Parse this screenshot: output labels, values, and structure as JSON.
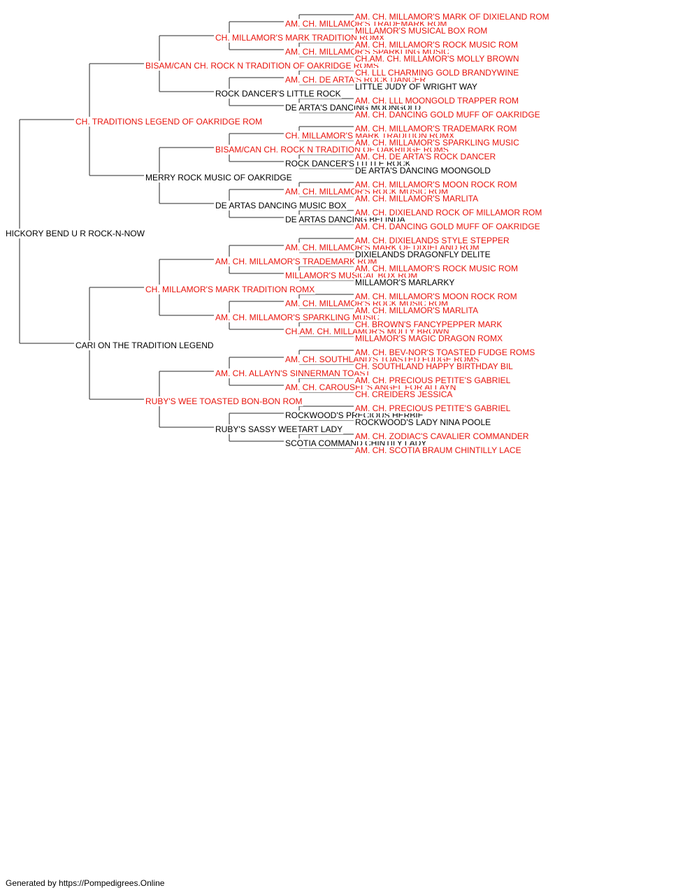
{
  "colors": {
    "titled": "#e8140c",
    "untitled": "#000000",
    "connector": "#555555"
  },
  "pedigree": {
    "subject": {
      "name": "HICKORY BEND U R ROCK-N-NOW",
      "titled": false
    },
    "generations": [
      [
        {
          "name": "CH. TRADITIONS LEGEND OF OAKRIDGE ROM",
          "titled": true
        },
        {
          "name": "CARI ON THE TRADITION LEGEND",
          "titled": false
        }
      ],
      [
        {
          "name": "BISAM/CAN CH. ROCK N TRADITION OF OAKRIDGE ROMS",
          "titled": true
        },
        {
          "name": "MERRY ROCK MUSIC OF OAKRIDGE",
          "titled": false
        },
        {
          "name": "CH. MILLAMOR'S MARK TRADITION ROMX",
          "titled": true
        },
        {
          "name": "RUBY'S WEE TOASTED BON-BON ROM",
          "titled": true
        }
      ],
      [
        {
          "name": "CH. MILLAMOR'S MARK TRADITION ROMX",
          "titled": true
        },
        {
          "name": "ROCK DANCER'S LITTLE ROCK",
          "titled": false
        },
        {
          "name": "BISAM/CAN CH. ROCK N TRADITION OF OAKRIDGE ROMS",
          "titled": true
        },
        {
          "name": "DE ARTAS DANCING MUSIC BOX",
          "titled": false
        },
        {
          "name": "AM. CH. MILLAMOR'S TRADEMARK ROM",
          "titled": true
        },
        {
          "name": "AM. CH. MILLAMOR'S SPARKLING MUSIC",
          "titled": true
        },
        {
          "name": "AM. CH. ALLAYN'S SINNERMAN TOAST",
          "titled": true
        },
        {
          "name": "RUBY'S SASSY WEETART LADY",
          "titled": false
        }
      ],
      [
        {
          "name": "AM. CH. MILLAMOR'S TRADEMARK ROM",
          "titled": true
        },
        {
          "name": "AM. CH. MILLAMOR'S SPARKLING MUSIC",
          "titled": true
        },
        {
          "name": "AM. CH. DE ARTA'S ROCK DANCER",
          "titled": true
        },
        {
          "name": "DE ARTA'S DANCING MOONGOLD",
          "titled": false
        },
        {
          "name": "CH. MILLAMOR'S MARK TRADITION ROMX",
          "titled": true
        },
        {
          "name": "ROCK DANCER'S LITTLE ROCK",
          "titled": false
        },
        {
          "name": "AM. CH. MILLAMOR'S ROCK MUSIC ROM",
          "titled": true
        },
        {
          "name": "DE ARTAS DANCING BELINDA",
          "titled": false
        },
        {
          "name": "AM. CH. MILLAMOR'S MARK OF DIXIELAND ROM",
          "titled": true
        },
        {
          "name": "MILLAMOR'S MUSICAL BOX ROM",
          "titled": true
        },
        {
          "name": "AM. CH. MILLAMOR'S ROCK MUSIC ROM",
          "titled": true
        },
        {
          "name": "CH.AM. CH. MILLAMOR'S MOLLY BROWN",
          "titled": true
        },
        {
          "name": "AM. CH. SOUTHLAND'S TOASTED FUDGE ROMS",
          "titled": true
        },
        {
          "name": "AM. CH. CAROUSEL'S ANGEL FOR ALLAYN",
          "titled": true
        },
        {
          "name": "ROCKWOOD'S PRECIOUS HERBIE",
          "titled": false
        },
        {
          "name": "SCOTIA COMMAND CHINTILY LADY",
          "titled": false
        }
      ],
      [
        {
          "name": "AM. CH. MILLAMOR'S MARK OF DIXIELAND ROM",
          "titled": true
        },
        {
          "name": "MILLAMOR'S MUSICAL BOX ROM",
          "titled": true
        },
        {
          "name": "AM. CH. MILLAMOR'S ROCK MUSIC ROM",
          "titled": true
        },
        {
          "name": "CH.AM. CH. MILLAMOR'S MOLLY BROWN",
          "titled": true
        },
        {
          "name": "CH. LLL CHARMING GOLD BRANDYWINE",
          "titled": true
        },
        {
          "name": "LITTLE JUDY OF WRIGHT WAY",
          "titled": false
        },
        {
          "name": "AM. CH. LLL MOONGOLD TRAPPER ROM",
          "titled": true
        },
        {
          "name": "AM. CH. DANCING GOLD MUFF OF OAKRIDGE",
          "titled": true
        },
        {
          "name": "AM. CH. MILLAMOR'S TRADEMARK ROM",
          "titled": true
        },
        {
          "name": "AM. CH. MILLAMOR'S SPARKLING MUSIC",
          "titled": true
        },
        {
          "name": "AM. CH. DE ARTA'S ROCK DANCER",
          "titled": true
        },
        {
          "name": "DE ARTA'S DANCING MOONGOLD",
          "titled": false
        },
        {
          "name": "AM. CH. MILLAMOR'S MOON ROCK ROM",
          "titled": true
        },
        {
          "name": "AM. CH. MILLAMOR'S MARLITA",
          "titled": true
        },
        {
          "name": "AM. CH. DIXIELAND ROCK OF MILLAMOR ROM",
          "titled": true
        },
        {
          "name": "AM. CH. DANCING GOLD MUFF OF OAKRIDGE",
          "titled": true
        },
        {
          "name": "AM. CH. DIXIELANDS STYLE STEPPER",
          "titled": true
        },
        {
          "name": "DIXIELANDS DRAGONFLY DELITE",
          "titled": false
        },
        {
          "name": "AM. CH. MILLAMOR'S ROCK MUSIC ROM",
          "titled": true
        },
        {
          "name": "MILLAMOR'S MARLARKY",
          "titled": false
        },
        {
          "name": "AM. CH. MILLAMOR'S MOON ROCK ROM",
          "titled": true
        },
        {
          "name": "AM. CH. MILLAMOR'S MARLITA",
          "titled": true
        },
        {
          "name": "CH. BROWN'S FANCYPEPPER MARK",
          "titled": true
        },
        {
          "name": "MILLAMOR'S MAGIC DRAGON ROMX",
          "titled": true
        },
        {
          "name": "AM. CH. BEV-NOR'S TOASTED FUDGE ROMS",
          "titled": true
        },
        {
          "name": "CH. SOUTHLAND HAPPY BIRTHDAY BIL",
          "titled": true
        },
        {
          "name": "AM. CH. PRECIOUS PETITE'S GABRIEL",
          "titled": true
        },
        {
          "name": "CH. CREIDERS JESSICA",
          "titled": true
        },
        {
          "name": "AM. CH. PRECIOUS PETITE'S GABRIEL",
          "titled": true
        },
        {
          "name": "ROCKWOOD'S LADY NINA POOLE",
          "titled": false
        },
        {
          "name": "AM. CH. ZODIAC'S CAVALIER COMMANDER",
          "titled": true
        },
        {
          "name": "AM. CH. SCOTIA BRAUM CHINTILLY LACE",
          "titled": true
        }
      ]
    ]
  },
  "footer": {
    "text": "Generated by https://Pompedigrees.Online"
  }
}
